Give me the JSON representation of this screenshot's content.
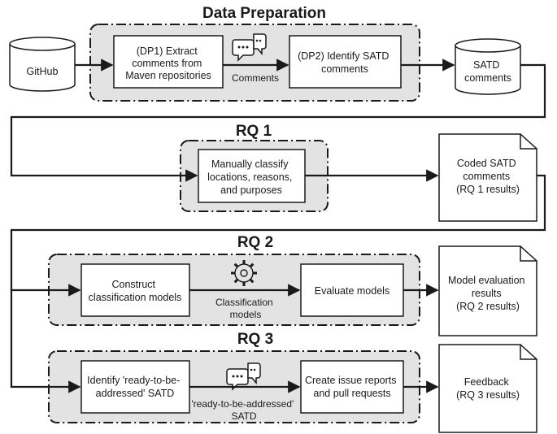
{
  "sections": {
    "data_prep": "Data Preparation",
    "rq1": "RQ 1",
    "rq2": "RQ 2",
    "rq3": "RQ 3"
  },
  "sources": {
    "github": "GitHub",
    "satd_comments": [
      "SATD",
      "comments"
    ]
  },
  "steps": {
    "dp1": [
      "(DP1) Extract",
      "comments from",
      "Maven repositories"
    ],
    "dp2": [
      "(DP2) Identify SATD",
      "comments"
    ],
    "rq1_classify": [
      "Manually classify",
      "locations, reasons,",
      "and purposes"
    ],
    "rq2_construct": [
      "Construct",
      "classification models"
    ],
    "rq2_evaluate": [
      "Evaluate models"
    ],
    "rq3_identify": [
      "Identify 'ready-to-be-",
      "addressed' SATD"
    ],
    "rq3_create": [
      "Create issue reports",
      "and pull requests"
    ]
  },
  "outputs": {
    "coded_satd": [
      "Coded SATD",
      "comments",
      "(RQ 1 results)"
    ],
    "model_eval": [
      "Model evaluation",
      "results",
      "(RQ 2 results)"
    ],
    "feedback": [
      "Feedback",
      "(RQ 3 results)"
    ]
  },
  "edge_labels": {
    "comments": "Comments",
    "classification_models": [
      "Classification",
      "models"
    ],
    "ready_satd": [
      "'ready-to-be-addressed'",
      "SATD"
    ]
  },
  "icons": [
    "chat-bubbles-icon",
    "gear-icon",
    "chat-bubbles-icon"
  ],
  "colors": {
    "panel_fill": "#e3e3e3",
    "stroke": "#1a1a1a",
    "box_fill": "#ffffff"
  }
}
